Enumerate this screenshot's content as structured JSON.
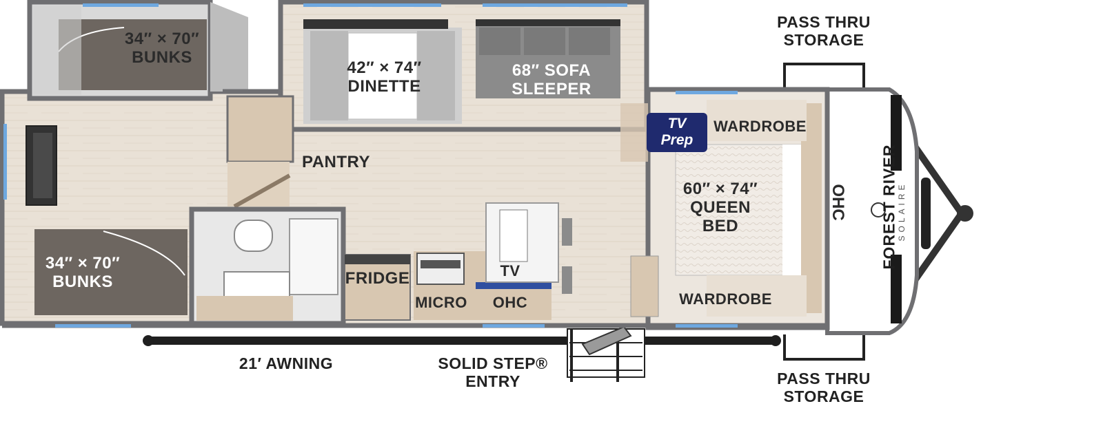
{
  "rooms": {
    "bunks_top": "34″ × 70″\nBUNKS",
    "bunks_bottom": "34″ × 70″\nBUNKS",
    "dinette": "42″ × 74″\nDINETTE",
    "sofa": "68″ SOFA\nSLEEPER",
    "pantry": "PANTRY",
    "fridge": "FRIDGE",
    "micro": "MICRO",
    "ohc_kitchen": "OHC",
    "tv": "TV",
    "tv_prep": "TV\nPrep",
    "wardrobe_top": "WARDROBE",
    "wardrobe_bottom": "WARDROBE",
    "queen_bed": "60″ × 74″\nQUEEN\nBED",
    "ohc_front": "OHC"
  },
  "exterior": {
    "storage_top": "PASS THRU\nSTORAGE",
    "storage_bottom": "PASS THRU\nSTORAGE",
    "awning": "21′ AWNING",
    "entry": "SOLID STEP®\nENTRY"
  },
  "branding": {
    "name": "FOREST RIVER",
    "model": "SOLAIRE"
  },
  "colors": {
    "wall": "#6f6f72",
    "floor": "#e6ddd2",
    "cushion": "#6d6660",
    "cabinet": "#d8c7b1",
    "window": "#6ea8e0",
    "tv_prep": "#1f2a6e"
  }
}
